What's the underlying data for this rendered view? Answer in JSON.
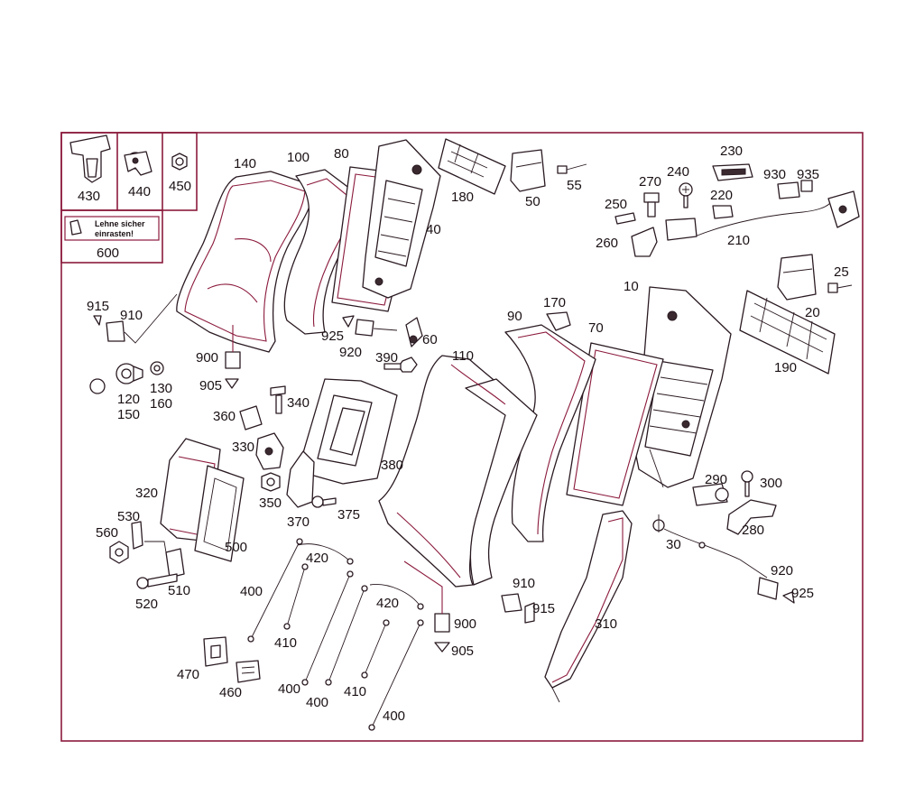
{
  "sticker": {
    "line1": "Lehne sicher",
    "line2": "einrasten!"
  },
  "labels": {
    "p430": "430",
    "p440": "440",
    "p450": "450",
    "p600": "600",
    "p140": "140",
    "p100": "100",
    "p80": "80",
    "p180": "180",
    "p50": "50",
    "p55": "55",
    "p230": "230",
    "p270": "270",
    "p240": "240",
    "p930": "930",
    "p935": "935",
    "p220": "220",
    "p250": "250",
    "p210": "210",
    "p260": "260",
    "p40": "40",
    "p25": "25",
    "p20": "20",
    "p190": "190",
    "p10": "10",
    "p915a": "915",
    "p910a": "910",
    "p900a": "900",
    "p905a": "905",
    "p925a": "925",
    "p920a": "920",
    "p60": "60",
    "p390": "390",
    "p110": "110",
    "p90": "90",
    "p170": "170",
    "p70": "70",
    "p120": "120",
    "p130": "130",
    "p150": "150",
    "p160": "160",
    "p340": "340",
    "p360": "360",
    "p330": "330",
    "p380": "380",
    "p350": "350",
    "p370": "370",
    "p375": "375",
    "p320": "320",
    "p500": "500",
    "p530": "530",
    "p560": "560",
    "p510": "510",
    "p520": "520",
    "p420a": "420",
    "p400a": "400",
    "p410a": "410",
    "p420b": "420",
    "p470": "470",
    "p460": "460",
    "p400b": "400",
    "p400c": "400",
    "p410b": "410",
    "p400d": "400",
    "p290": "290",
    "p300": "300",
    "p280": "280",
    "p30": "30",
    "p910b": "910",
    "p915b": "915",
    "p900b": "900",
    "p905b": "905",
    "p310": "310",
    "p920b": "920",
    "p925b": "925"
  },
  "colors": {
    "frame": "#8b1a3c",
    "ink": "#2a1a22",
    "background": "#ffffff"
  }
}
